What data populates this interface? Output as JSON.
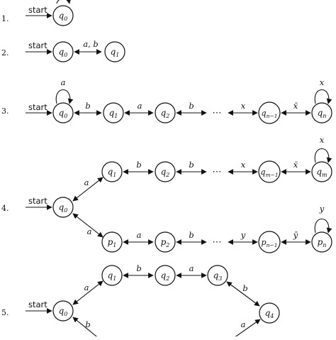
{
  "start_label": "start",
  "rows": [
    {
      "number": "1.",
      "states": [
        "q_0"
      ],
      "edges": []
    },
    {
      "number": "2.",
      "states": [
        "q_0",
        "q_1"
      ],
      "edges": [
        "a, b"
      ]
    },
    {
      "number": "3.",
      "states": [
        "q_0",
        "q_1",
        "q_2",
        "q_n-1",
        "q_n"
      ],
      "edges": [
        "b",
        "a",
        "b",
        "x",
        "x̄"
      ],
      "self_loops": [
        "a",
        "x"
      ],
      "ellipsis": "⋯"
    },
    {
      "number": "4.",
      "states": [
        "q_0",
        "q_1",
        "q_2",
        "q_m-1",
        "q_m",
        "p_1",
        "p_2",
        "p_n-1",
        "p_n"
      ],
      "edges": [
        "a",
        "b",
        "b",
        "a",
        "x",
        "x̄",
        "a",
        "b",
        "y",
        "ȳ"
      ],
      "self_loops": [
        "x",
        "y"
      ],
      "ellipsis": "⋯"
    },
    {
      "number": "5.",
      "states": [
        "q_0",
        "q_1",
        "q_2",
        "q_3",
        "q_4"
      ],
      "edges": [
        "a",
        "b",
        "a",
        "b",
        "a",
        "b"
      ]
    }
  ]
}
